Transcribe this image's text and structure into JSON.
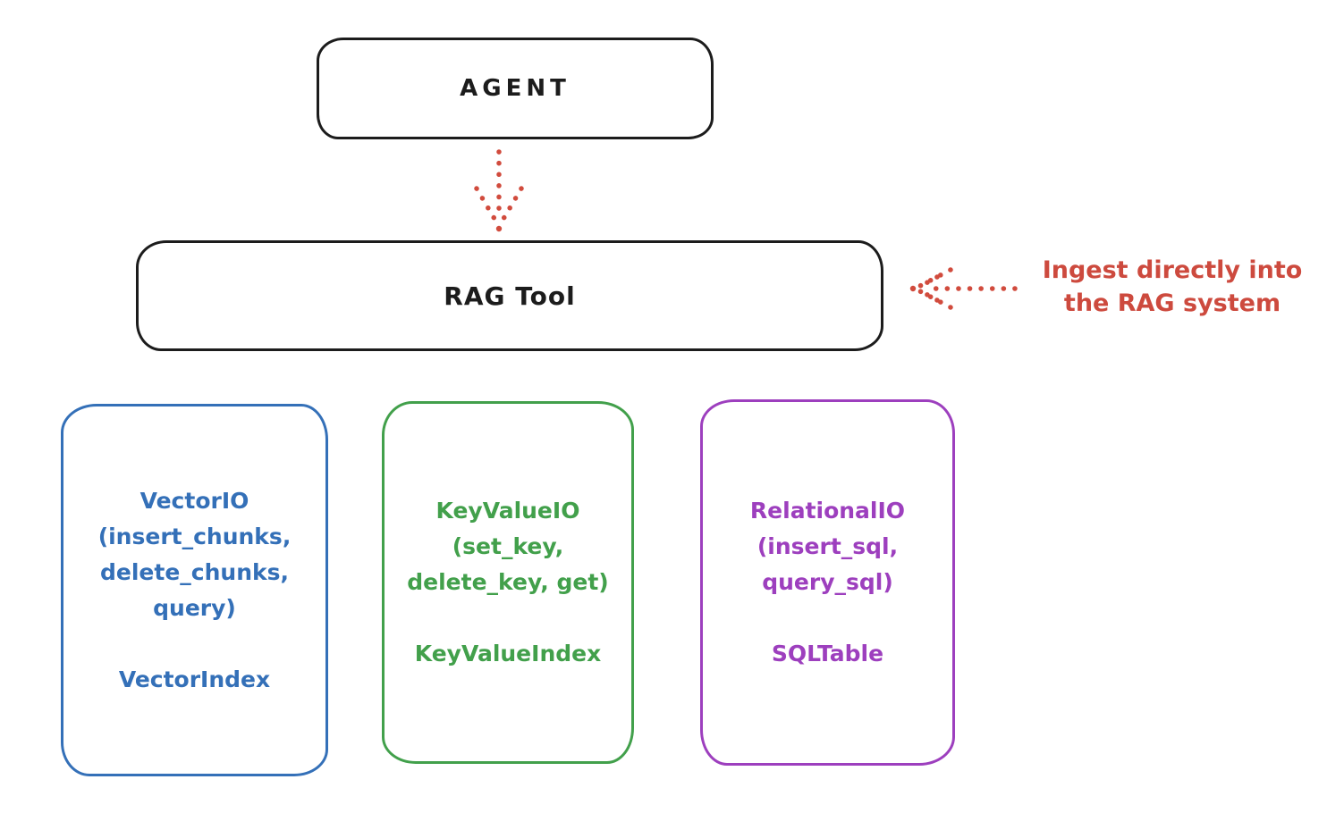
{
  "colors": {
    "background": "#ffffff",
    "node_stroke": "#1c1c1c",
    "arrow_red": "#d14b3d",
    "annotation_red": "#cd4a3e",
    "vector_blue": "#3470b8",
    "keyvalue_green": "#42a04b",
    "relational_purple": "#9d3fbe"
  },
  "nodes": {
    "agent": {
      "label": "AGENT"
    },
    "rag_tool": {
      "label": "RAG Tool"
    },
    "vector_io": {
      "lines": [
        "VectorIO",
        "(insert_chunks,",
        "delete_chunks,",
        "query)"
      ],
      "subtitle": "VectorIndex",
      "color": "#3470b8"
    },
    "key_value_io": {
      "lines": [
        "KeyValueIO",
        "(set_key,",
        "delete_key, get)"
      ],
      "subtitle": "KeyValueIndex",
      "color": "#42a04b"
    },
    "relational_io": {
      "lines": [
        "RelationalIO",
        "(insert_sql,",
        "query_sql)"
      ],
      "subtitle": "SQLTable",
      "color": "#9d3fbe"
    }
  },
  "annotation": {
    "lines": [
      "Ingest directly into",
      "the RAG system"
    ],
    "color": "#cd4a3e"
  },
  "arrows": [
    {
      "name": "agent-to-rag-tool",
      "style": "dotted",
      "direction": "down",
      "color": "#d14b3d"
    },
    {
      "name": "annotation-to-rag-tool",
      "style": "dotted",
      "direction": "left",
      "color": "#d14b3d"
    }
  ]
}
